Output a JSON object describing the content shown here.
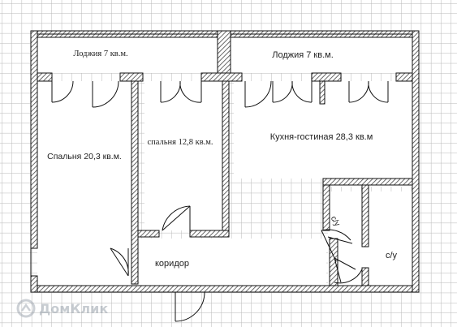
{
  "rooms": {
    "loggia_left": "Лоджия 7 кв.м.",
    "loggia_right": "Лоджия 7 кв.м.",
    "bedroom_left": "Спальня 20,3 кв.м.",
    "bedroom_middle": "спальня 12,8 кв.м.",
    "kitchen": "Кухня-гостиная 28,3 кв.м",
    "corridor": "коридор",
    "bathroom_small": "с/у",
    "bathroom_large": "с/у"
  },
  "watermark": "ДомКлик",
  "colors": {
    "grid": "#b8b8b8",
    "wall_hatch": "#444444",
    "wall_outline": "#111111"
  },
  "icons": [
    "watermark-logo-icon"
  ]
}
